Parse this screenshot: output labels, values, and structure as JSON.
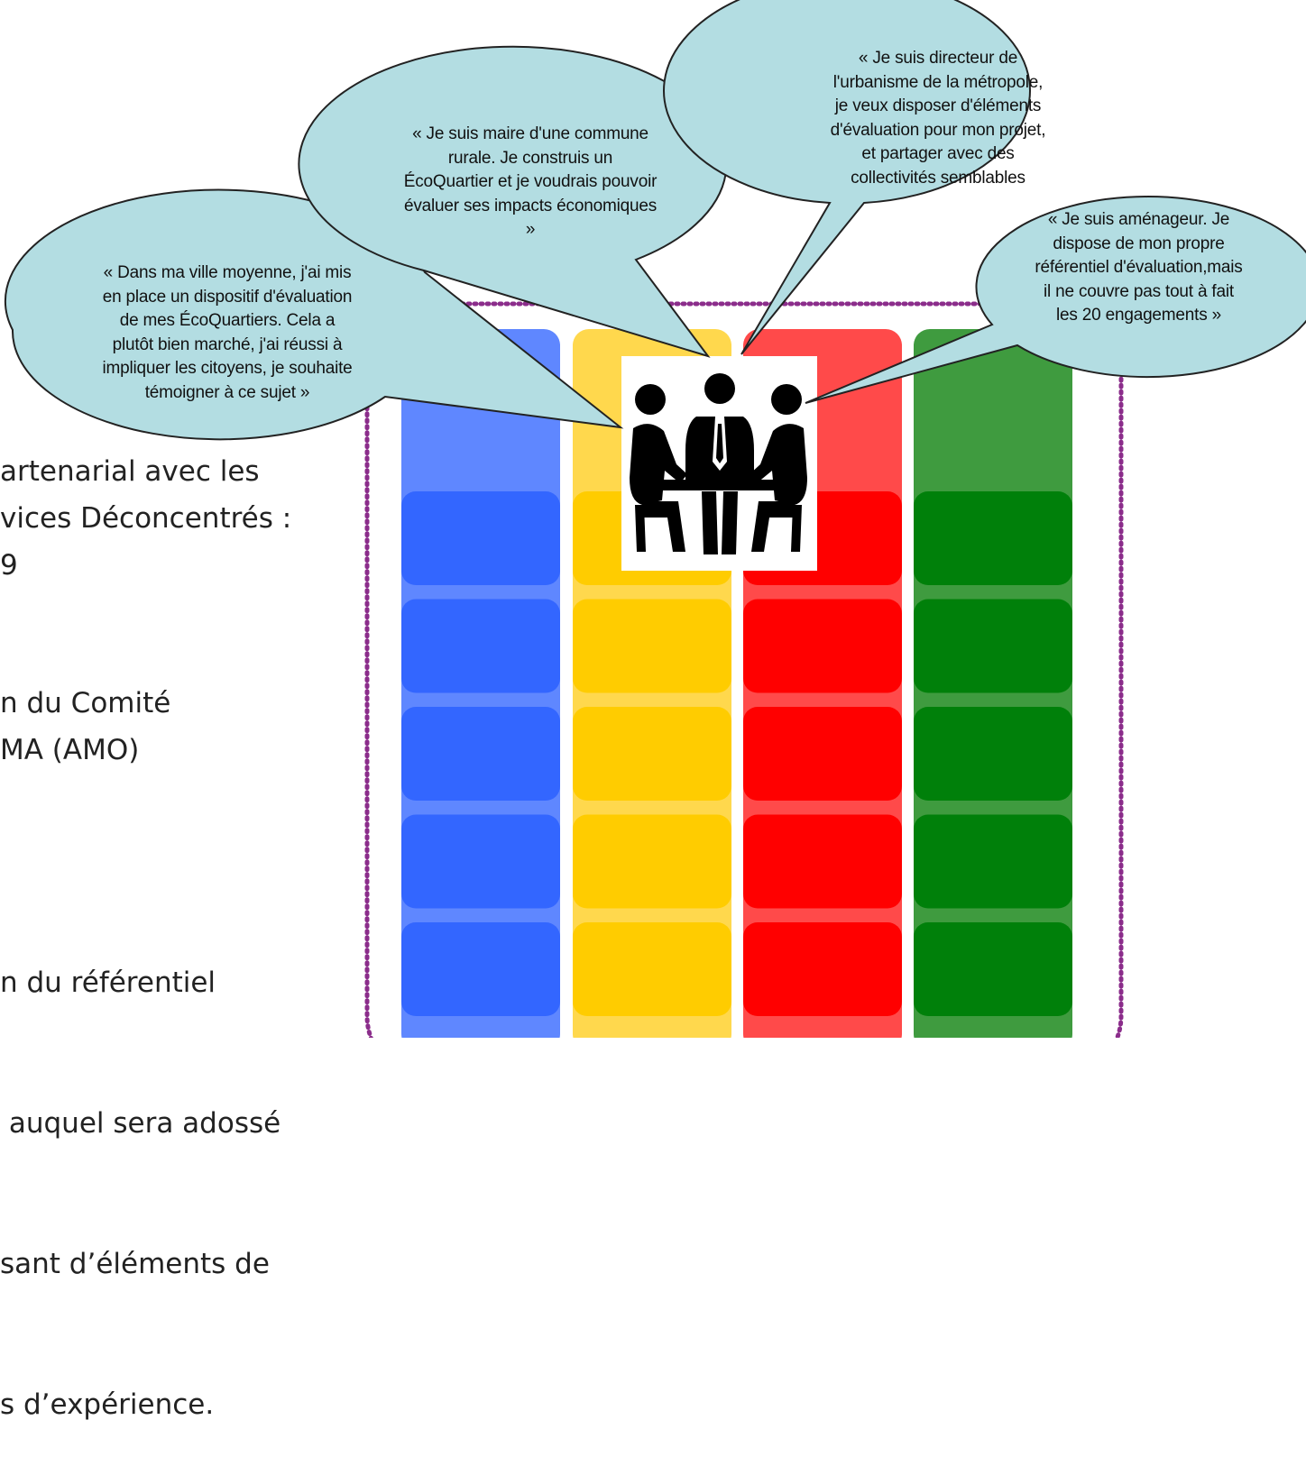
{
  "colors": {
    "blue": [
      "#5f87ff",
      "#3366ff"
    ],
    "yellow": [
      "#ffd84d",
      "#ffcc00"
    ],
    "red": [
      "#ff4a4a",
      "#ff0000"
    ],
    "green": [
      "#3f9b3f",
      "#00800a"
    ],
    "bubble_fill": "#b3dde2",
    "dotted_frame": "#8b2d8b"
  },
  "bubbles": [
    {
      "name": "bubble-ville-moyenne",
      "lines": [
        "« Dans ma ville moyenne, j'ai mis",
        "en place un dispositif d'évaluation",
        "de mes ÉcoQuartiers. Cela a",
        "plutôt bien marché, j'ai réussi à",
        "impliquer les citoyens, je souhaite",
        "témoigner à ce sujet »"
      ]
    },
    {
      "name": "bubble-maire-rural",
      "lines": [
        "« Je suis maire d'une commune",
        "rurale. Je construis un",
        "ÉcoQuartier et je voudrais pouvoir",
        "évaluer ses impacts économiques",
        "»"
      ]
    },
    {
      "name": "bubble-directeur-urbanisme",
      "lines": [
        "« Je suis directeur de",
        "l'urbanisme de la métropole,",
        "je veux disposer d'éléments",
        "d'évaluation pour mon projet,",
        "et partager avec des",
        "collectivités semblables"
      ]
    },
    {
      "name": "bubble-amenageur",
      "lines": [
        "« Je suis aménageur. Je",
        "dispose de mon propre",
        "référentiel d'évaluation,mais",
        "il ne couvre pas tout à fait",
        "les 20 engagements »"
      ]
    }
  ],
  "left_text": [
    {
      "name": "left-text-block-1",
      "lines": [
        "artenarial avec les",
        "vices Déconcentrés :",
        "9"
      ]
    },
    {
      "name": "left-text-block-2",
      "lines": [
        "n du Comité",
        "MA (AMO)"
      ]
    },
    {
      "name": "left-text-block-3",
      "lines": [
        "n du référentiel",
        " auquel sera adossé",
        "sant d’éléments de",
        "s d’expérience."
      ]
    }
  ],
  "icons": {
    "meeting": "meeting-people-icon"
  }
}
